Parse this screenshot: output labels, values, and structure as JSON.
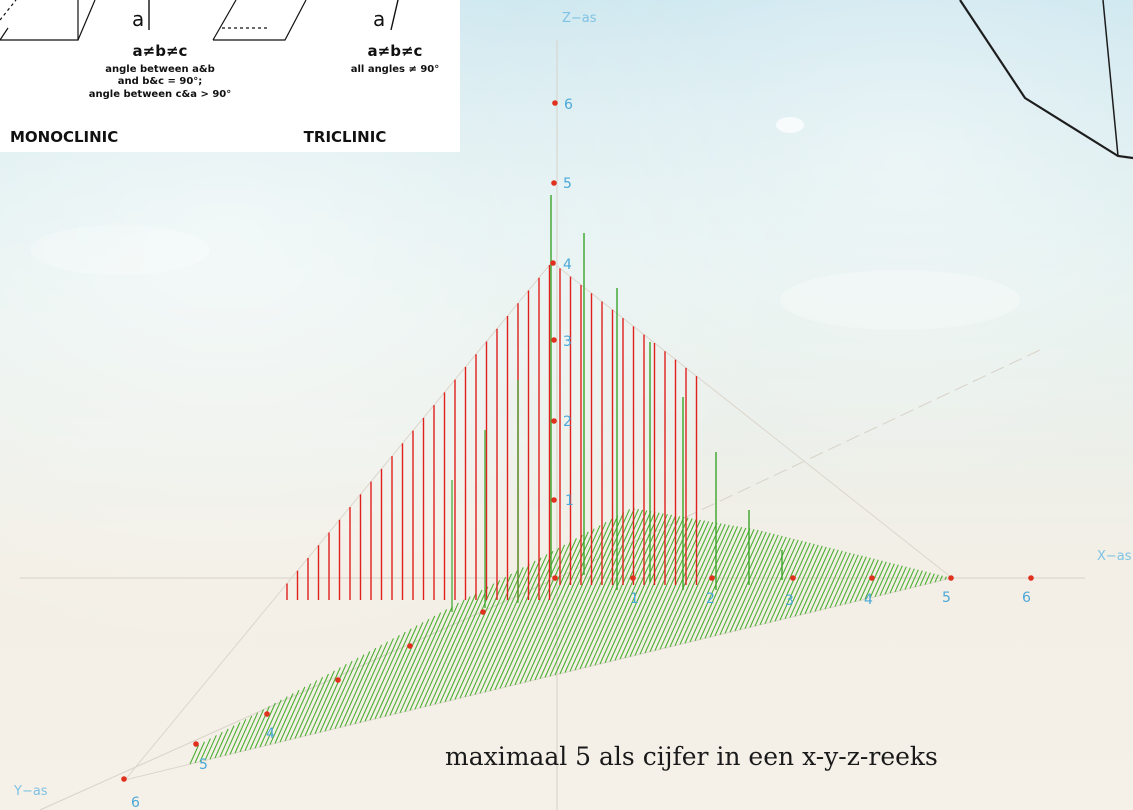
{
  "axes": {
    "x_label": "X−as",
    "y_label": "Y−as",
    "z_label": "Z−as",
    "x_ticks": [
      "1",
      "2",
      "3",
      "4",
      "5",
      "6"
    ],
    "y_ticks": [
      "4",
      "5",
      "6"
    ],
    "z_ticks": [
      "1",
      "2",
      "3",
      "4",
      "5",
      "6"
    ]
  },
  "caption": "maximaal 5 als cijfer in een x-y-z-reeks",
  "crystal_panel": {
    "monoclinic": {
      "edge_label": "a",
      "equation": "a≠b≠c",
      "note_lines": [
        "angle between a&b",
        "and b&c = 90°;",
        "angle between c&a > 90°"
      ],
      "name": "MONOCLINIC"
    },
    "triclinic": {
      "edge_label": "a",
      "equation": "a≠b≠c",
      "note_lines": [
        "all angles ≠ 90°"
      ],
      "name": "TRICLINIC"
    }
  },
  "colors": {
    "red_lines": "#e0201c",
    "green_lines": "#3aa52a",
    "hatch": "#4cb032",
    "tick_labels": "#4aa8d8",
    "points": "#e0301e"
  }
}
